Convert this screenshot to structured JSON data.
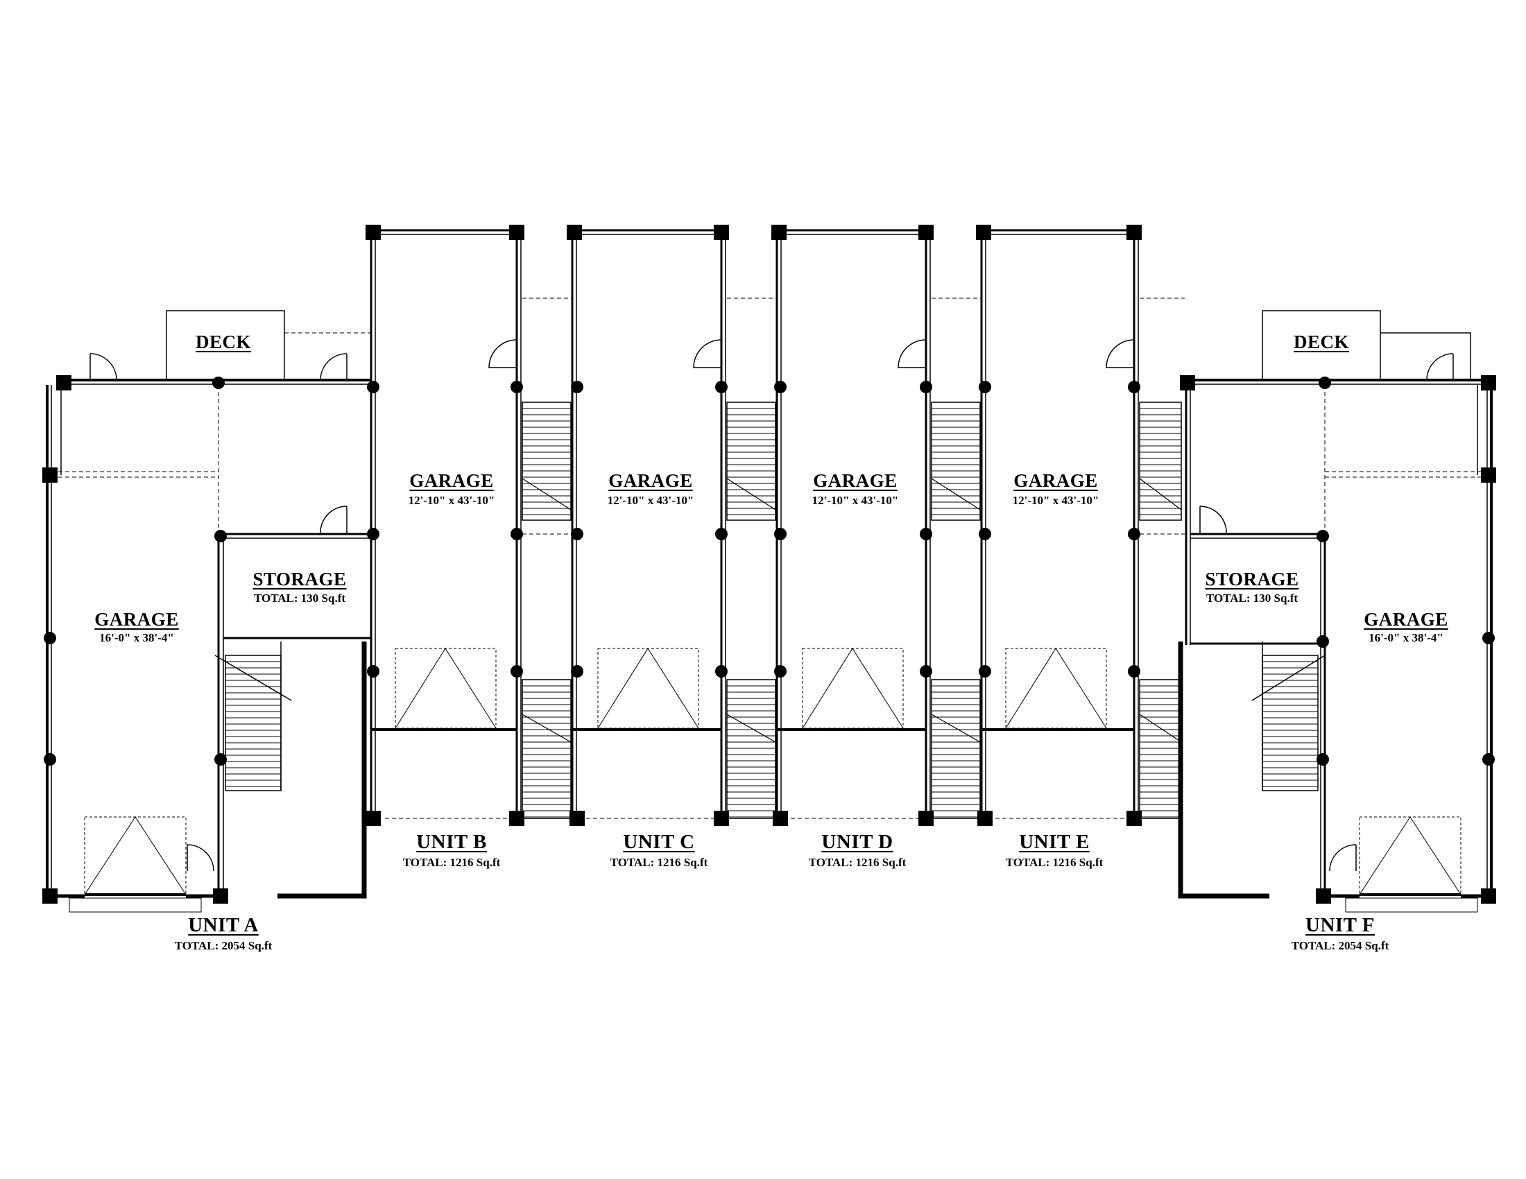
{
  "labels": {
    "deck_left": "DECK",
    "deck_right": "DECK",
    "garage_a": "GARAGE",
    "garage_a_dim": "16'-0\" x 38'-4\"",
    "storage_a": "STORAGE",
    "storage_a_total": "TOTAL: 130 Sq.ft",
    "garage_b": "GARAGE",
    "garage_b_dim": "12'-10\" x 43'-10\"",
    "garage_c": "GARAGE",
    "garage_c_dim": "12'-10\" x 43'-10\"",
    "garage_d": "GARAGE",
    "garage_d_dim": "12'-10\" x 43'-10\"",
    "garage_e": "GARAGE",
    "garage_e_dim": "12'-10\" x 43'-10\"",
    "storage_f": "STORAGE",
    "storage_f_total": "TOTAL: 130 Sq.ft",
    "garage_f": "GARAGE",
    "garage_f_dim": "16'-0\" x 38'-4\"",
    "unit_a": "UNIT A",
    "unit_a_total": "TOTAL: 2054 Sq.ft",
    "unit_b": "UNIT B",
    "unit_b_total": "TOTAL: 1216 Sq.ft",
    "unit_c": "UNIT C",
    "unit_c_total": "TOTAL: 1216 Sq.ft",
    "unit_d": "UNIT D",
    "unit_d_total": "TOTAL: 1216 Sq.ft",
    "unit_e": "UNIT E",
    "unit_e_total": "TOTAL: 1216 Sq.ft",
    "unit_f": "UNIT F",
    "unit_f_total": "TOTAL: 2054 Sq.ft"
  }
}
